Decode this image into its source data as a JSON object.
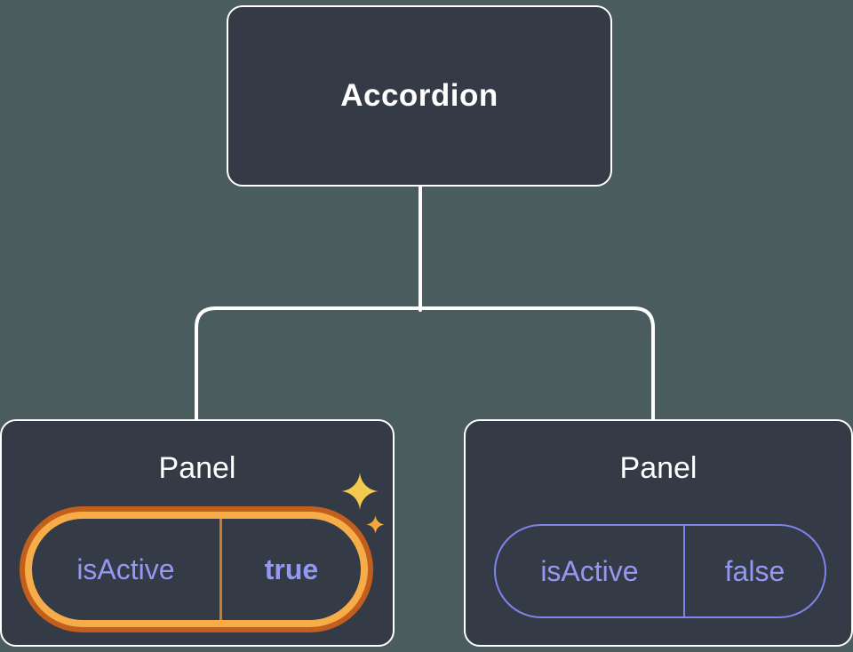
{
  "diagram": {
    "root": {
      "label": "Accordion"
    },
    "children": [
      {
        "label": "Panel",
        "state": {
          "key": "isActive",
          "value": "true"
        },
        "highlighted": true
      },
      {
        "label": "Panel",
        "state": {
          "key": "isActive",
          "value": "false"
        },
        "highlighted": false
      }
    ]
  },
  "icons": {
    "sparkle": "✦"
  },
  "colors": {
    "background": "#4b5c5f",
    "node_fill": "#343a46",
    "node_border": "#ffffff",
    "connector": "#ffffff",
    "state_text": "#9398f3",
    "inactive_pill_border": "#7e84ec",
    "highlight_border_inner": "#f6ad49",
    "highlight_border_outer": "#c35f1d",
    "sparkle_large": "#f3c94e",
    "sparkle_small": "#efa83e"
  }
}
